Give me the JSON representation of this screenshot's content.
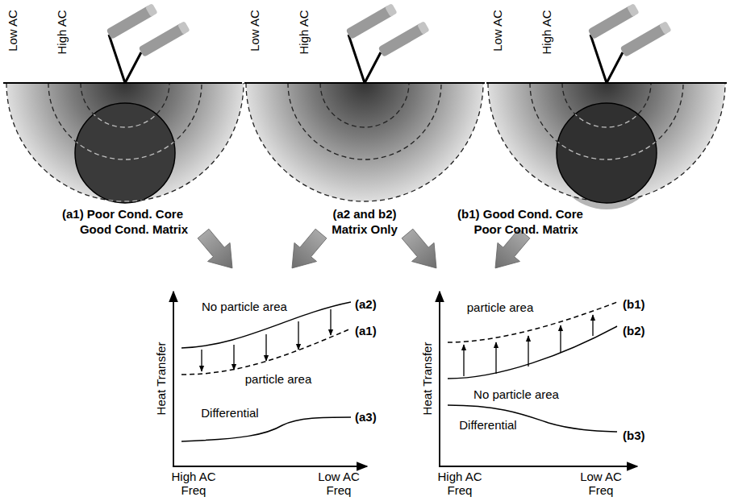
{
  "diagram": {
    "labels": [
      "Low AC",
      "High AC",
      "Low AC",
      "High AC",
      "Low AC",
      "High AC",
      "(a1) Poor Cond. Core",
      "Good Cond. Matrix",
      "(a2 and b2)",
      "Matrix Only",
      "(b1) Good Cond. Core",
      "Poor Cond. Matrix",
      "Heat Transfer",
      "No particle area",
      "(a2)",
      "(a1)",
      "particle area",
      "Differential",
      "(a3)",
      "High AC Freq",
      "Low AC Freq",
      "Heat Transfer",
      "particle area",
      "(b1)",
      "(b2)",
      "No particle area",
      "Differential",
      "(b3)",
      "High AC Freq",
      "Low AC Freq"
    ]
  }
}
